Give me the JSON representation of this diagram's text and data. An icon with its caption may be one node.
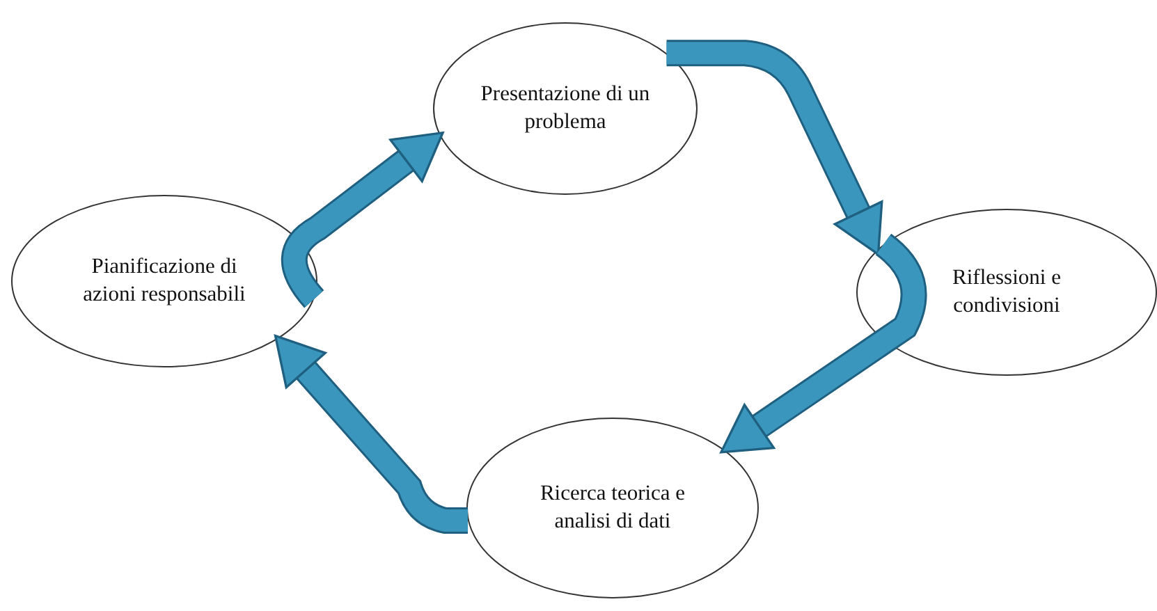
{
  "diagram": {
    "nodes": [
      {
        "text": [
          "Presentazione di un problema"
        ]
      },
      {
        "text": [
          "Riflessioni e condivisioni"
        ]
      },
      {
        "text": [
          "Ricerca teorica e analisi di dati"
        ]
      },
      {
        "text": [
          "Pianificazione di azioni responsabili"
        ]
      }
    ],
    "edges": [
      {
        "from": 0,
        "to": 1,
        "arrow": "to"
      },
      {
        "from": 1,
        "to": 2,
        "arrow": "to"
      },
      {
        "from": 2,
        "to": 3,
        "arrow": "to"
      },
      {
        "from": 3,
        "to": 0,
        "arrow": "to"
      }
    ]
  }
}
